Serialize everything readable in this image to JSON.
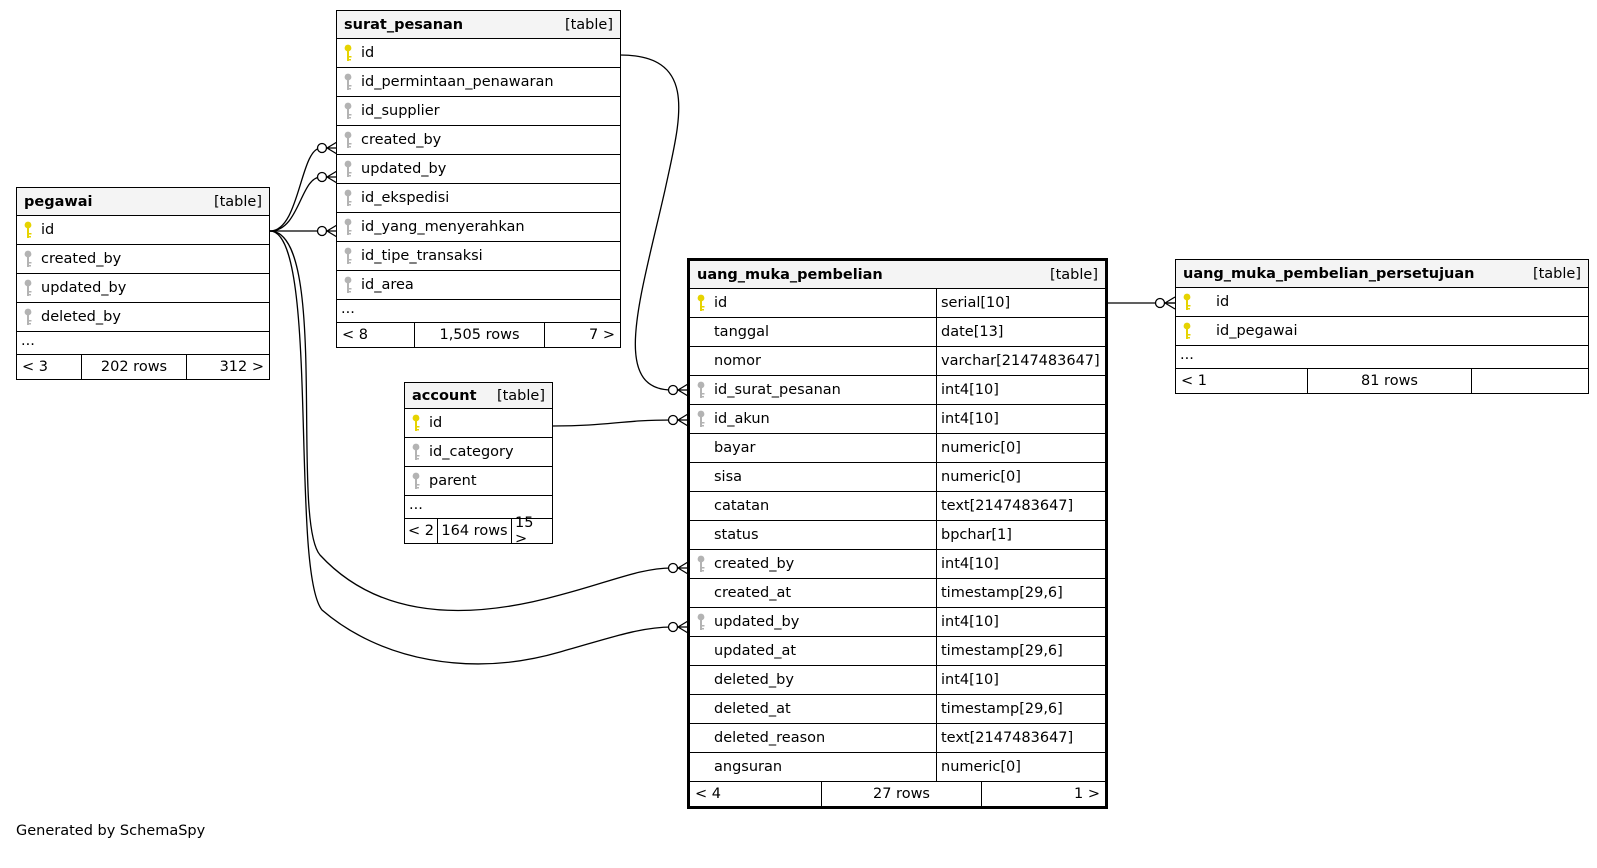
{
  "tag_table": "[table]",
  "colors": {
    "pk_key": "#e6d300",
    "fk_key": "#b3b3b3",
    "header_bg": "#f4f4f4"
  },
  "tables": {
    "pegawai": {
      "name": "pegawai",
      "columns": [
        "id",
        "created_by",
        "updated_by",
        "deleted_by"
      ],
      "ellipsis": "...",
      "footer": {
        "parents": "< 3",
        "rows": "202 rows",
        "children": "312 >"
      }
    },
    "surat_pesanan": {
      "name": "surat_pesanan",
      "columns": [
        "id",
        "id_permintaan_penawaran",
        "id_supplier",
        "created_by",
        "updated_by",
        "id_ekspedisi",
        "id_yang_menyerahkan",
        "id_tipe_transaksi",
        "id_area"
      ],
      "ellipsis": "...",
      "footer": {
        "parents": "< 8",
        "rows": "1,505 rows",
        "children": "7 >"
      }
    },
    "account": {
      "name": "account",
      "columns": [
        "id",
        "id_category",
        "parent"
      ],
      "ellipsis": "...",
      "footer": {
        "parents": "< 2",
        "rows": "164 rows",
        "children": "15 >"
      }
    },
    "uang_muka_pembelian": {
      "name": "uang_muka_pembelian",
      "columns": [
        {
          "name": "id",
          "type": "serial[10]"
        },
        {
          "name": "tanggal",
          "type": "date[13]"
        },
        {
          "name": "nomor",
          "type": "varchar[2147483647]"
        },
        {
          "name": "id_surat_pesanan",
          "type": "int4[10]"
        },
        {
          "name": "id_akun",
          "type": "int4[10]"
        },
        {
          "name": "bayar",
          "type": "numeric[0]"
        },
        {
          "name": "sisa",
          "type": "numeric[0]"
        },
        {
          "name": "catatan",
          "type": "text[2147483647]"
        },
        {
          "name": "status",
          "type": "bpchar[1]"
        },
        {
          "name": "created_by",
          "type": "int4[10]"
        },
        {
          "name": "created_at",
          "type": "timestamp[29,6]"
        },
        {
          "name": "updated_by",
          "type": "int4[10]"
        },
        {
          "name": "updated_at",
          "type": "timestamp[29,6]"
        },
        {
          "name": "deleted_by",
          "type": "int4[10]"
        },
        {
          "name": "deleted_at",
          "type": "timestamp[29,6]"
        },
        {
          "name": "deleted_reason",
          "type": "text[2147483647]"
        },
        {
          "name": "angsuran",
          "type": "numeric[0]"
        }
      ],
      "footer": {
        "parents": "< 4",
        "rows": "27 rows",
        "children": "1 >"
      }
    },
    "persetujuan": {
      "name": "uang_muka_pembelian_persetujuan",
      "columns": [
        "id",
        "id_pegawai"
      ],
      "ellipsis": "...",
      "footer": {
        "parents": "< 1",
        "rows": "81 rows",
        "children": ""
      }
    }
  },
  "footer_note": "Generated by SchemaSpy"
}
